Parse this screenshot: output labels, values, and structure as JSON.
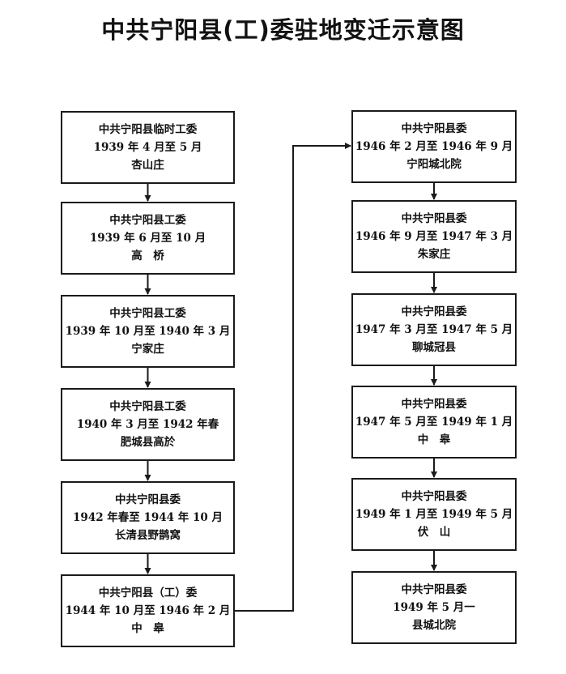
{
  "title": "中共宁阳县(工)委驻地变迁示意图",
  "left_column": [
    {
      "org": "中共宁阳县临时工委",
      "period": "1939 年 4 月至 5 月",
      "place": "杏山庄"
    },
    {
      "org": "中共宁阳县工委",
      "period": "1939 年 6 月至 10 月",
      "place": "高　桥"
    },
    {
      "org": "中共宁阳县工委",
      "period": "1939 年 10 月至 1940 年 3 月",
      "place": "宁家庄"
    },
    {
      "org": "中共宁阳县工委",
      "period": "1940 年 3 月至 1942 年春",
      "place": "肥城县高於"
    },
    {
      "org": "中共宁阳县委",
      "period": "1942 年春至 1944 年 10 月",
      "place": "长清县野鹊窝"
    },
    {
      "org": "中共宁阳县（工）委",
      "period": "1944 年 10 月至 1946 年 2 月",
      "place": "中　皋"
    }
  ],
  "right_column": [
    {
      "org": "中共宁阳县委",
      "period": "1946 年 2 月至 1946 年 9 月",
      "place": "宁阳城北院"
    },
    {
      "org": "中共宁阳县委",
      "period": "1946 年 9 月至 1947 年 3 月",
      "place": "朱家庄"
    },
    {
      "org": "中共宁阳县委",
      "period": "1947 年 3 月至 1947 年 5 月",
      "place": "聊城冠县"
    },
    {
      "org": "中共宁阳县委",
      "period": "1947 年 5 月至 1949 年 1 月",
      "place": "中　皋"
    },
    {
      "org": "中共宁阳县委",
      "period": "1949 年 1 月至 1949 年 5 月",
      "place": "伏　山"
    },
    {
      "org": "中共宁阳县委",
      "period": "1949 年 5 月一",
      "place": "县城北院"
    }
  ]
}
